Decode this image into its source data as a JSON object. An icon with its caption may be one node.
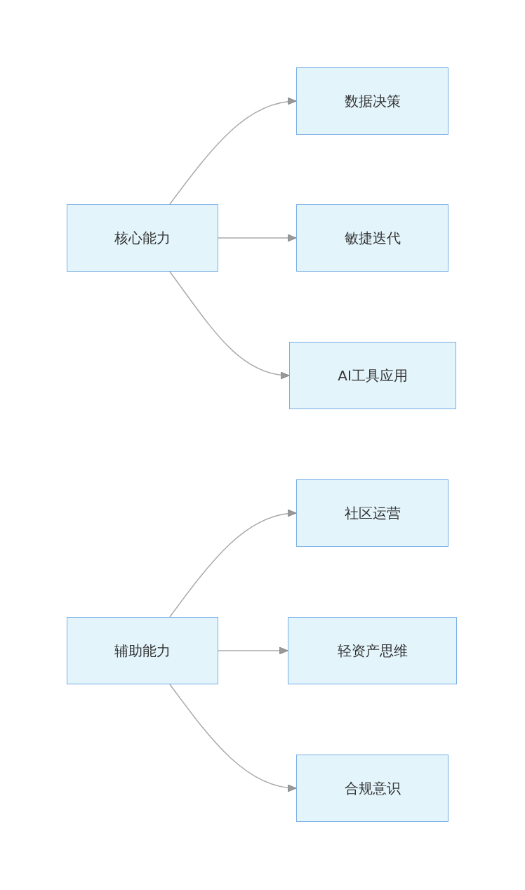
{
  "diagram": {
    "nodes": [
      {
        "text": [
          "核心能力"
        ]
      },
      {
        "text": [
          "数据决策"
        ]
      },
      {
        "text": [
          "敏捷迭代"
        ]
      },
      {
        "text": [
          "AI工具应用"
        ]
      },
      {
        "text": [
          "辅助能力"
        ]
      },
      {
        "text": [
          "社区运营"
        ]
      },
      {
        "text": [
          "轻资产思维"
        ]
      },
      {
        "text": [
          "合规意识"
        ]
      }
    ],
    "edges": [
      {
        "from": 0,
        "to": 1,
        "arrow": "to"
      },
      {
        "from": 0,
        "to": 2,
        "arrow": "to"
      },
      {
        "from": 0,
        "to": 3,
        "arrow": "to"
      },
      {
        "from": 4,
        "to": 5,
        "arrow": "to"
      },
      {
        "from": 4,
        "to": 6,
        "arrow": "to"
      },
      {
        "from": 4,
        "to": 7,
        "arrow": "to"
      }
    ]
  }
}
